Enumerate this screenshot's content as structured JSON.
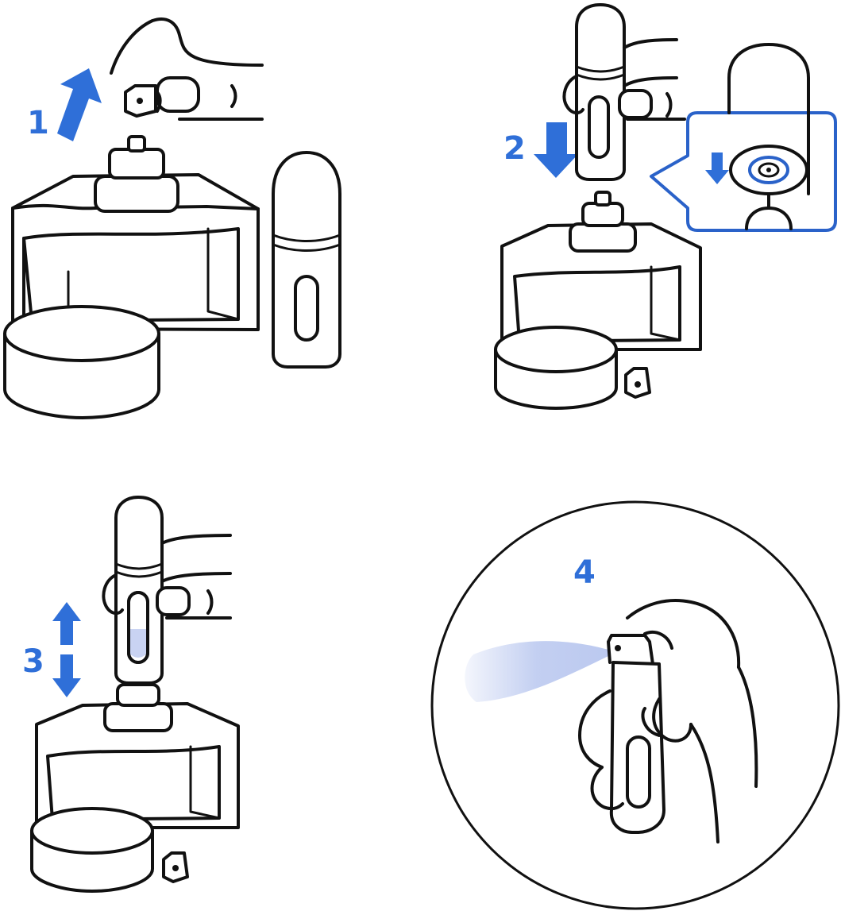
{
  "steps": [
    {
      "number": "1"
    },
    {
      "number": "2"
    },
    {
      "number": "3"
    },
    {
      "number": "4"
    }
  ],
  "colors": {
    "accent": "#2f6fd8",
    "liquid": "#c9d3f2",
    "spray": "#b4c3ee",
    "ink": "#111111",
    "callout": "#2a62c9"
  },
  "icons": [
    "arrow-up-icon",
    "arrow-down-icon",
    "up-down-arrow-icon",
    "zoom-callout-icon"
  ]
}
